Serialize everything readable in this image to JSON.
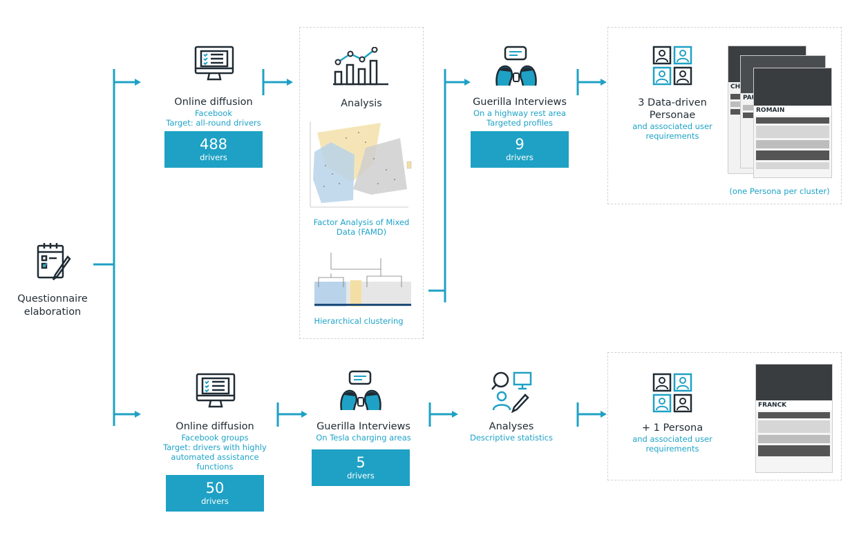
{
  "questionnaire": {
    "title_line1": "Questionnaire",
    "title_line2": "elaboration"
  },
  "top": {
    "diffusion": {
      "title": "Online diffusion",
      "sub1": "Facebook",
      "sub2": "Target: all-round drivers",
      "count": "488",
      "unit": "drivers"
    },
    "analysis": {
      "title": "Analysis",
      "famd_line1": "Factor Analysis of Mixed",
      "famd_line2": "Data (FAMD)",
      "clustering": "Hierarchical clustering"
    },
    "interviews": {
      "title": "Guerilla Interviews",
      "sub1": "On a highway rest area",
      "sub2": "Targeted profiles",
      "count": "9",
      "unit": "drivers"
    },
    "personae": {
      "title_line1": "3 Data-driven",
      "title_line2": "Personae",
      "sub1": "and associated user",
      "sub2": "requirements",
      "note": "(one Persona per cluster)",
      "card_names": [
        "CHR",
        "PAU",
        "ROMAIN"
      ]
    }
  },
  "bottom": {
    "diffusion": {
      "title": "Online diffusion",
      "sub1": "Facebook groups",
      "sub2": "Target: drivers with highly",
      "sub3": "automated assistance",
      "sub4": "functions",
      "count": "50",
      "unit": "drivers"
    },
    "interviews": {
      "title": "Guerilla Interviews",
      "sub1": "On Tesla charging areas",
      "count": "5",
      "unit": "drivers"
    },
    "analyses": {
      "title": "Analyses",
      "sub1": "Descriptive statistics"
    },
    "persona": {
      "title": "+ 1 Persona",
      "sub1": "and associated user",
      "sub2": "requirements",
      "card_name": "FRANCK"
    }
  },
  "colors": {
    "accent": "#1ea1c4",
    "dark": "#1f2a33",
    "dash": "#cfd3d6"
  },
  "icons": [
    "clipboard-pen-icon",
    "monitor-checklist-icon",
    "bar-line-chart-icon",
    "interview-heads-icon",
    "persona-grid-icon",
    "search-monitor-pen-icon"
  ]
}
